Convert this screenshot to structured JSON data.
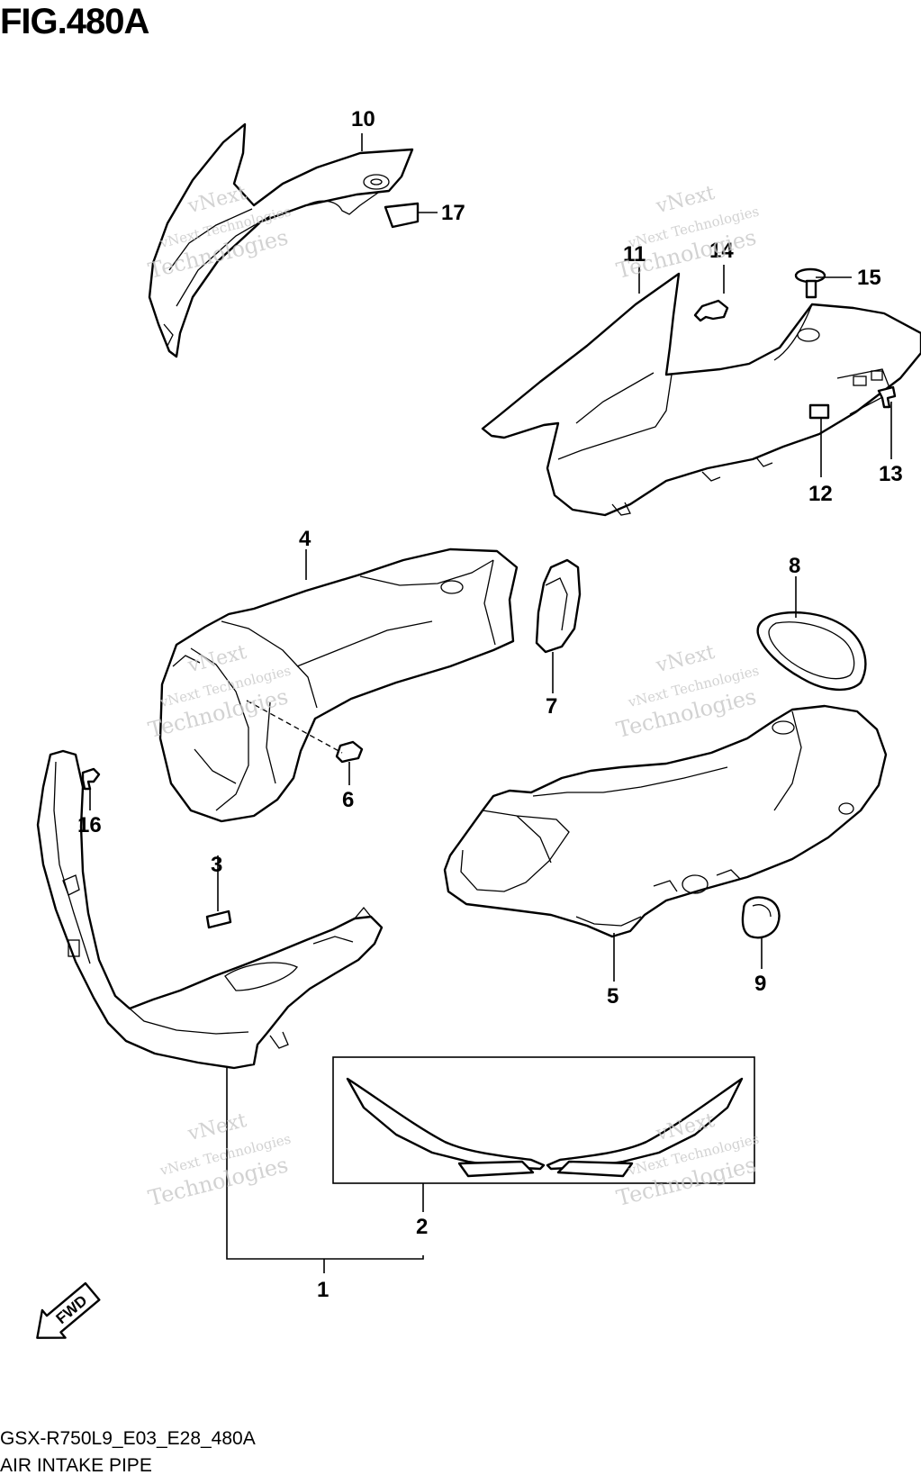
{
  "figure": {
    "title": "FIG.480A",
    "model_code": "GSX-R750L9_E03_E28_480A",
    "caption": "AIR INTAKE PIPE"
  },
  "callouts": [
    "1",
    "2",
    "3",
    "4",
    "5",
    "6",
    "7",
    "8",
    "9",
    "10",
    "11",
    "12",
    "13",
    "14",
    "15",
    "16",
    "17"
  ],
  "watermark": {
    "line1": "vNext",
    "line2": "vNext Technologies",
    "line3": "Technologies"
  },
  "fwd_label": "FWD"
}
